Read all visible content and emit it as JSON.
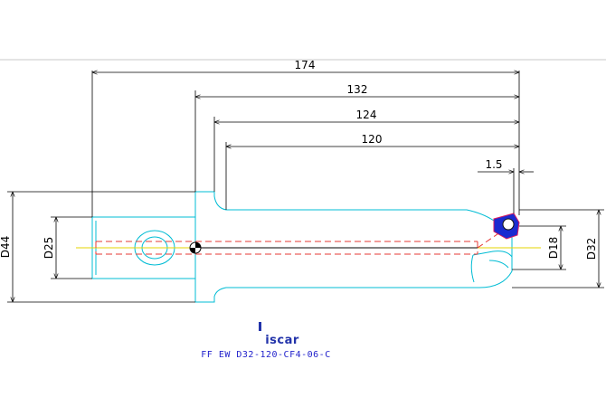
{
  "dimensions": {
    "overall_length": "174",
    "length_2": "132",
    "length_3": "124",
    "length_4": "120",
    "tip_offset": "1.5",
    "flange_diameter": "D44",
    "shank_diameter": "D25",
    "coolant_diameter": "D18",
    "drill_diameter": "D32"
  },
  "brand": {
    "logo": "iscar"
  },
  "part_number": "FF EW D32-120-CF4-06-C",
  "colors": {
    "outline": "#00bcd4",
    "dimension": "#000000",
    "centerline": "#e6d600",
    "coolant": "#e53935",
    "insert": "#1a2bd0",
    "caption": "#2222cc"
  }
}
